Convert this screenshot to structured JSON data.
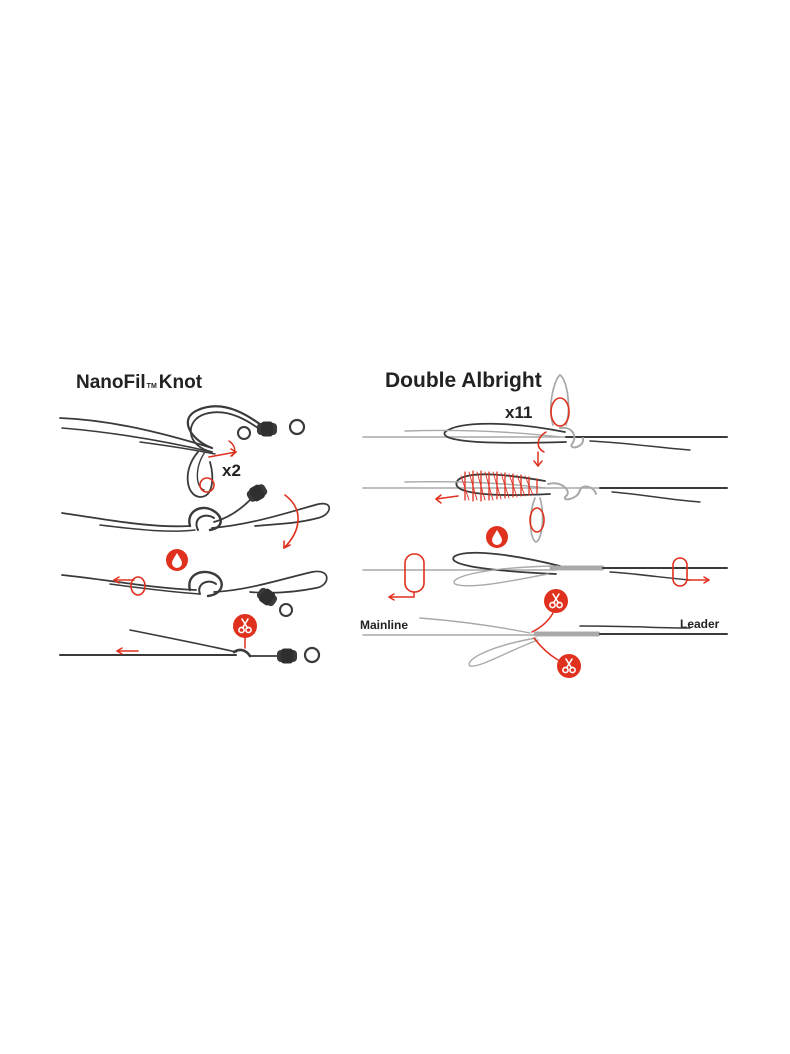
{
  "colors": {
    "line": "#3a3a3a",
    "leader_line": "#a9a9a9",
    "accent": "#e0301e",
    "background": "#ffffff"
  },
  "nanofil": {
    "title_main": "NanoFil",
    "title_tm": "TM",
    "title_end": "Knot",
    "wrap_count": "x2"
  },
  "albright": {
    "title": "Double Albright",
    "wrap_count": "x11",
    "mainline_label": "Mainline",
    "leader_label": "Leader"
  },
  "icons": [
    "water-drop-icon",
    "scissors-icon",
    "arrow-icon",
    "swivel-icon"
  ]
}
